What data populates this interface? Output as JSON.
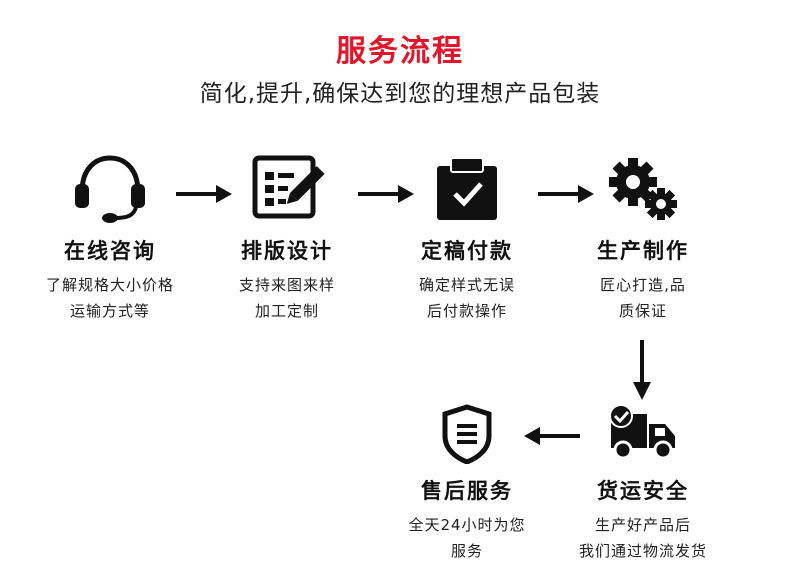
{
  "header": {
    "title": "服务流程",
    "subtitle": "简化,提升,确保达到您的理想产品包装"
  },
  "colors": {
    "title": "#e2162a",
    "text": "#111111",
    "icon": "#111111"
  },
  "steps": [
    {
      "icon": "headset-icon",
      "name": "在线咨询",
      "desc_line1": "了解规格大小价格",
      "desc_line2": "运输方式等"
    },
    {
      "icon": "design-icon",
      "name": "排版设计",
      "desc_line1": "支持来图来样",
      "desc_line2": "加工定制"
    },
    {
      "icon": "clipboard-check-icon",
      "name": "定稿付款",
      "desc_line1": "确定样式无误",
      "desc_line2": "后付款操作"
    },
    {
      "icon": "gears-icon",
      "name": "生产制作",
      "desc_line1": "匠心打造,品",
      "desc_line2": "质保证"
    },
    {
      "icon": "truck-icon",
      "name": "货运安全",
      "desc_line1": "生产好产品后",
      "desc_line2": "我们通过物流发货"
    },
    {
      "icon": "shield-icon",
      "name": "售后服务",
      "desc_line1": "全天24小时为您",
      "desc_line2": "服务"
    }
  ]
}
